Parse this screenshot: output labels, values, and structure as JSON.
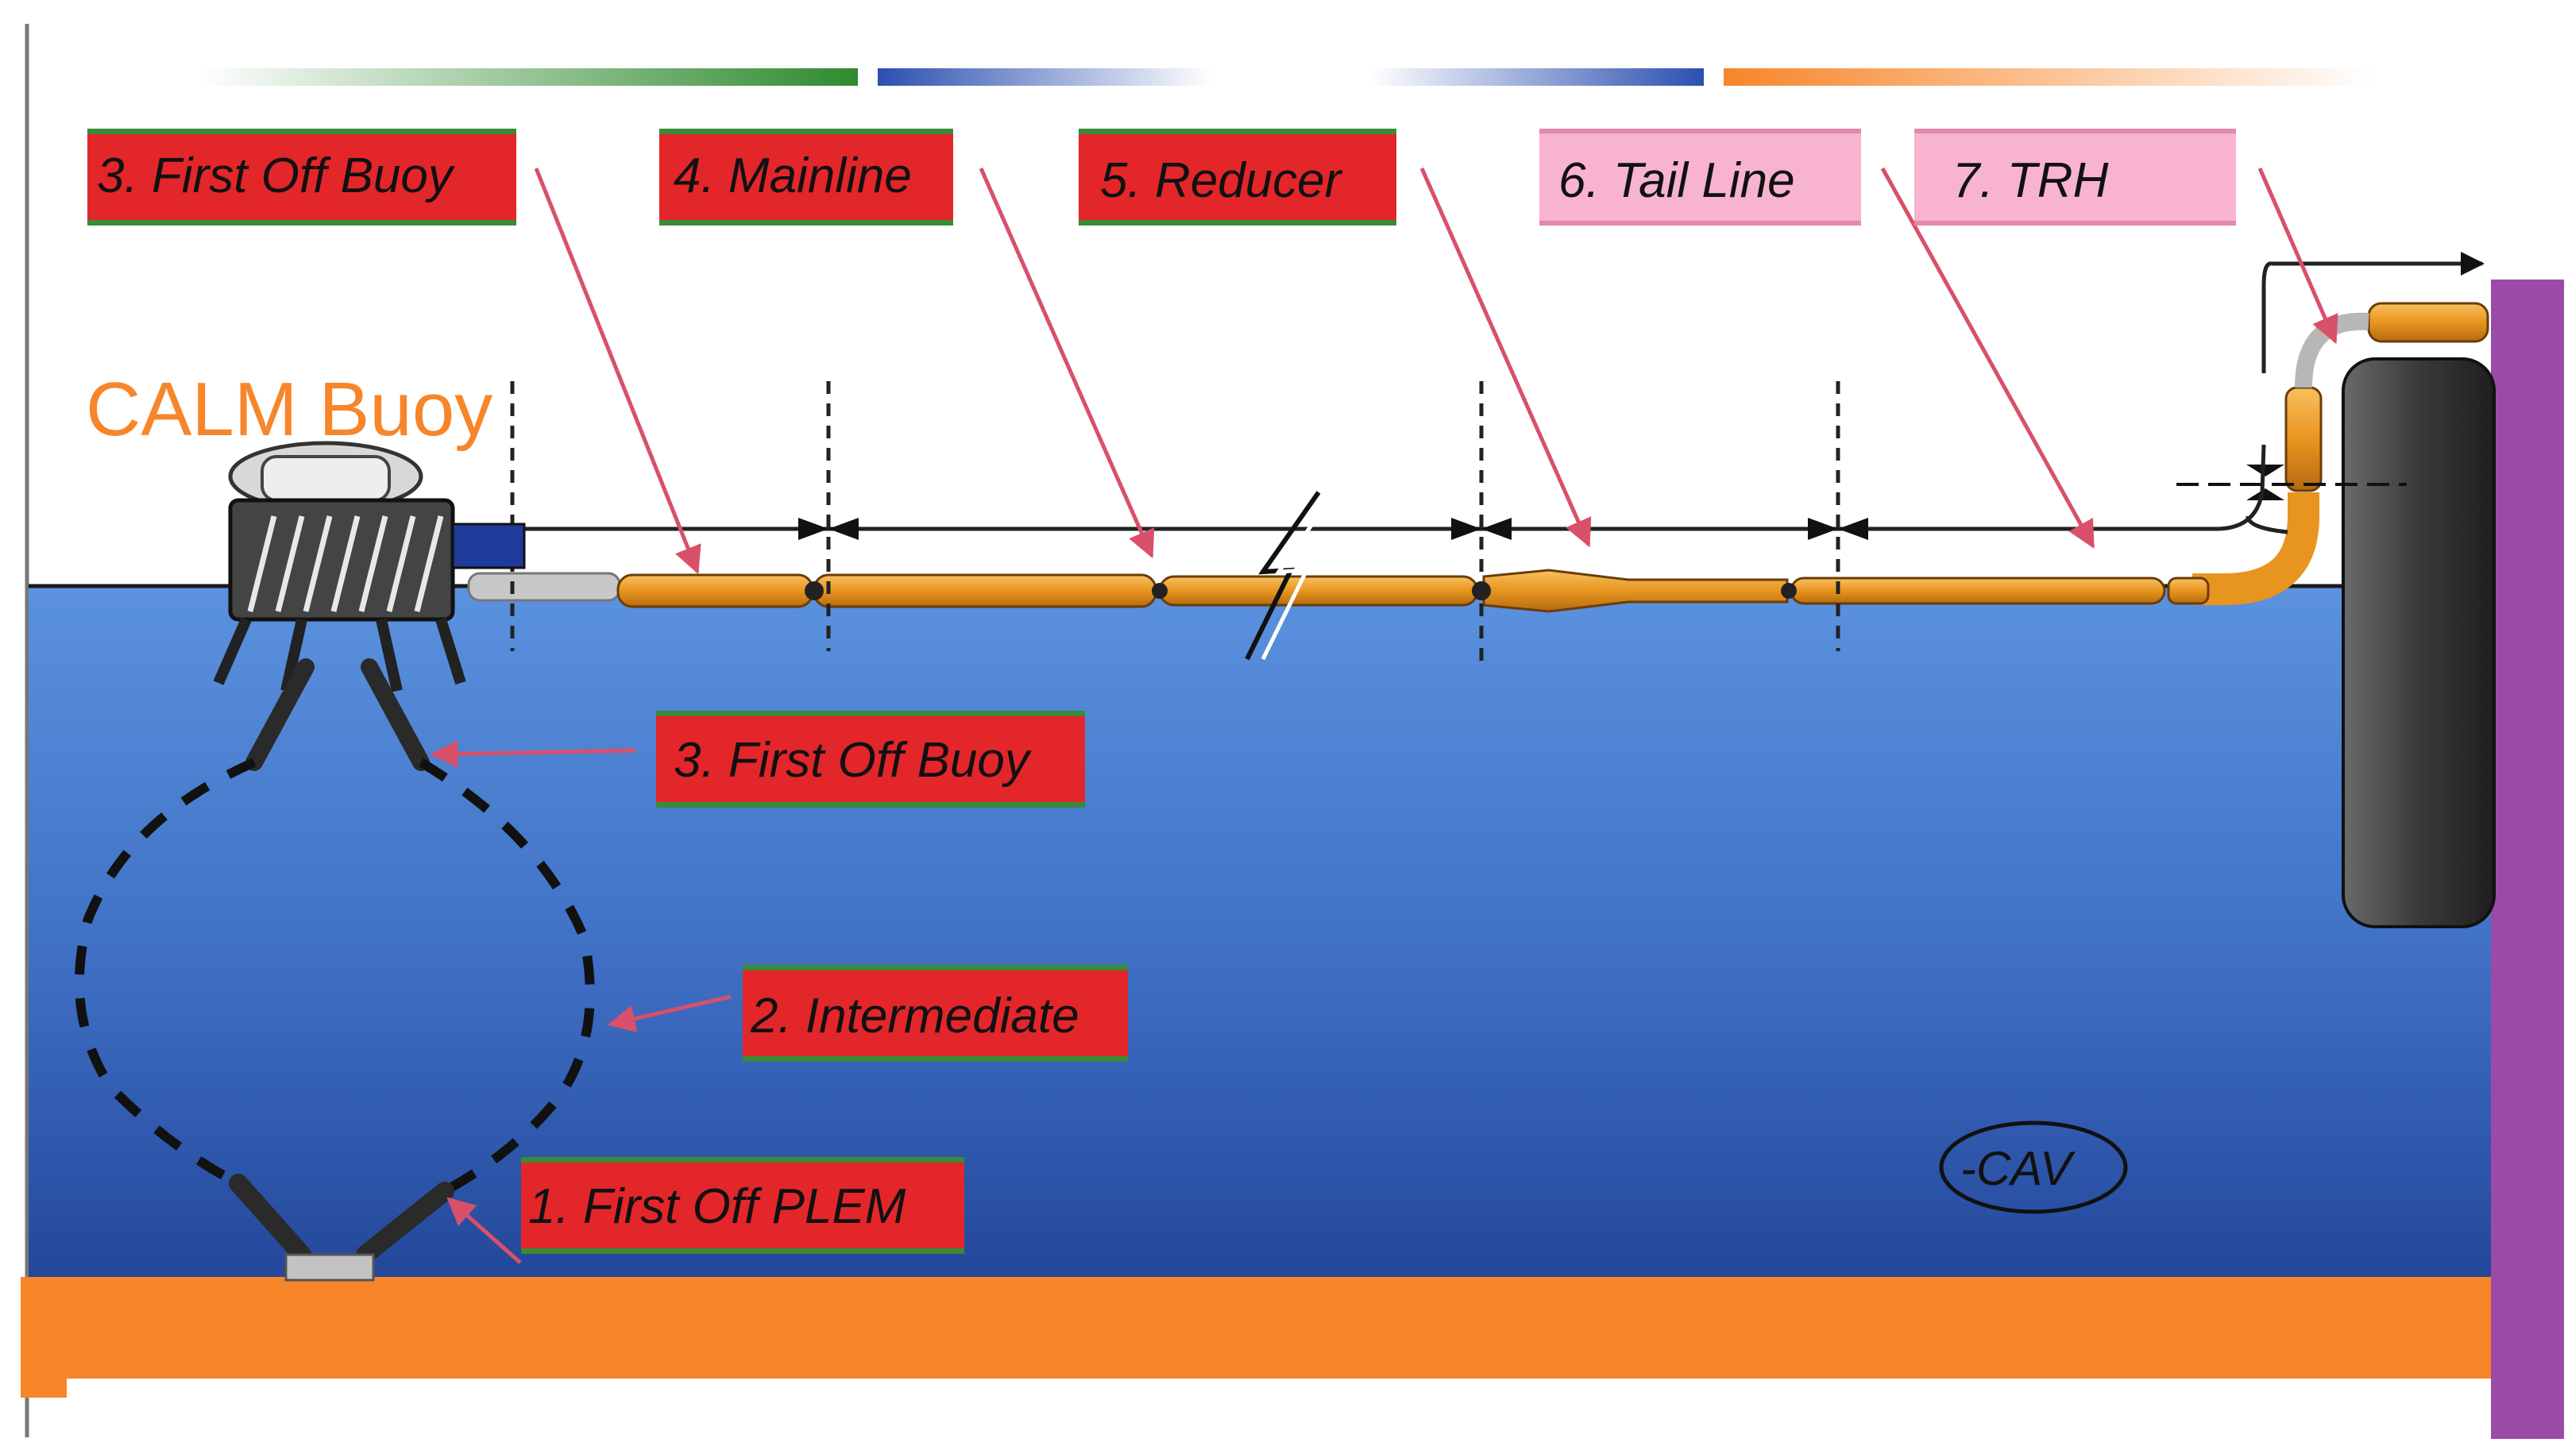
{
  "title": "CALM Buoy",
  "labels": {
    "first_off_buoy_top": "3. First Off Buoy",
    "mainline": "4. Mainline",
    "reducer": "5. Reducer",
    "tail_line": "6. Tail Line",
    "trh": "7. TRH",
    "first_off_buoy_sub": "3. First Off Buoy",
    "intermediate": "2. Intermediate",
    "first_off_plem": "1. First Off PLEM",
    "cav": "-CAV"
  },
  "colors": {
    "label_red": "#e3262a",
    "label_pink": "#f7b3cf",
    "label_green_edge": "#3a8a3a",
    "water_top": "#4f86d6",
    "water_bottom": "#2a4f9e",
    "hose_orange": "#f0a030",
    "seabed_orange": "#f7862a",
    "vessel_purple": "#9b4aa8",
    "calm_text": "#f7862a"
  },
  "icons": [
    "calm-buoy-icon",
    "tanker-hull-icon",
    "valve-icon",
    "break-marker-icon"
  ]
}
